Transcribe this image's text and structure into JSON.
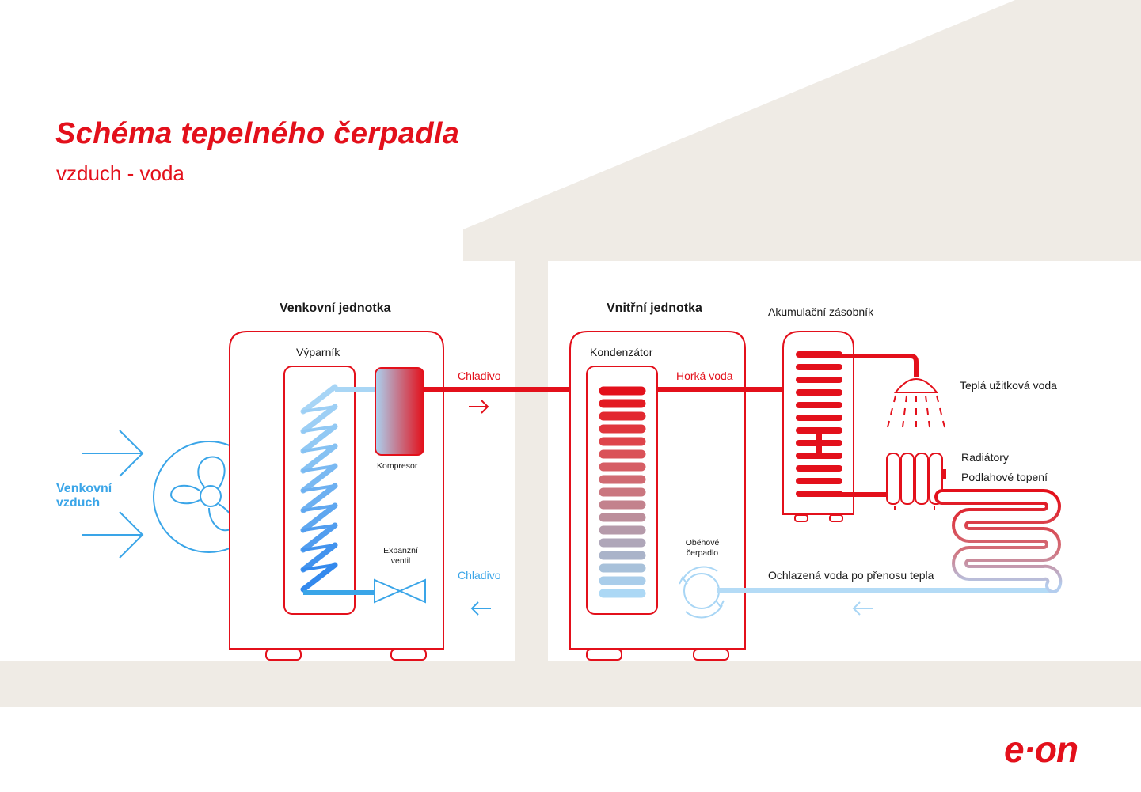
{
  "title": "Schéma tepelného čerpadla",
  "subtitle": "vzduch - voda",
  "logo": "e·on",
  "colors": {
    "red": "#e3101b",
    "blue": "#3aa5e8",
    "light_blue": "#a9d6f5",
    "house": "#efebe5"
  },
  "outdoor_air": {
    "line1": "Venkovní",
    "line2": "vzduch"
  },
  "outdoor_unit": {
    "title": "Venkovní jednotka",
    "evaporator": "Výparník",
    "compressor": "Kompresor",
    "expansion_line1": "Expanzní",
    "expansion_line2": "ventil"
  },
  "refrigerant_hot": "Chladivo",
  "refrigerant_cold": "Chladivo",
  "indoor_unit": {
    "title": "Vnitřní jednotka",
    "condenser": "Kondenzátor",
    "pump_line1": "Oběhové",
    "pump_line2": "čerpadlo"
  },
  "hot_water": "Horká voda",
  "storage_tank": "Akumulační zásobník",
  "domestic_hot_water": "Teplá užitková voda",
  "radiators": "Radiátory",
  "floor_heating": "Podlahové topení",
  "cooled_water": "Ochlazená voda po přenosu tepla",
  "icons": [
    "fan-icon",
    "compressor-icon",
    "expansion-valve-icon",
    "circulation-pump-icon",
    "shower-icon",
    "radiator-icon",
    "floor-heating-coil-icon",
    "arrow-right-icon",
    "arrow-left-icon"
  ]
}
